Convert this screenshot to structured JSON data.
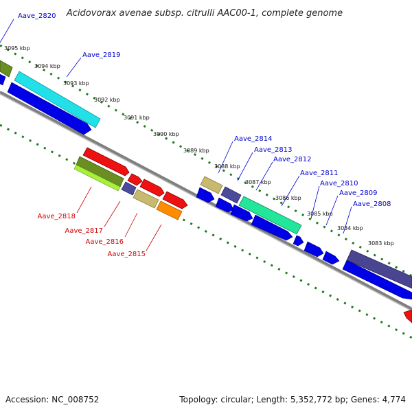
{
  "title": "Acidovorax avenae subsp. citrulli AAC00-1, complete genome",
  "accession_text": "Accession: NC_008752",
  "summary_text": "Topology: circular; Length: 5,352,772 bp; Genes: 4,774",
  "colors": {
    "backbone": "#7f7f7f",
    "ruler": "#1f7a1f",
    "cds": "#0000e6",
    "label_top": "#0000cc",
    "label_bottom": "#cc0000"
  },
  "ruler_labels": [
    "3095 kbp",
    "3094 kbp",
    "3093 kbp",
    "3092 kbp",
    "3091 kbp",
    "3090 kbp",
    "3089 kbp",
    "3088 kbp",
    "3087 kbp",
    "3086 kbp",
    "3085 kbp",
    "3084 kbp",
    "3083 kbp"
  ],
  "genes_top": [
    "Aave_2820",
    "Aave_2819",
    "Aave_2814",
    "Aave_2813",
    "Aave_2812",
    "Aave_2811",
    "Aave_2810",
    "Aave_2809",
    "Aave_2808"
  ],
  "genes_bottom": [
    "Aave_2818",
    "Aave_2817",
    "Aave_2816",
    "Aave_2815"
  ]
}
